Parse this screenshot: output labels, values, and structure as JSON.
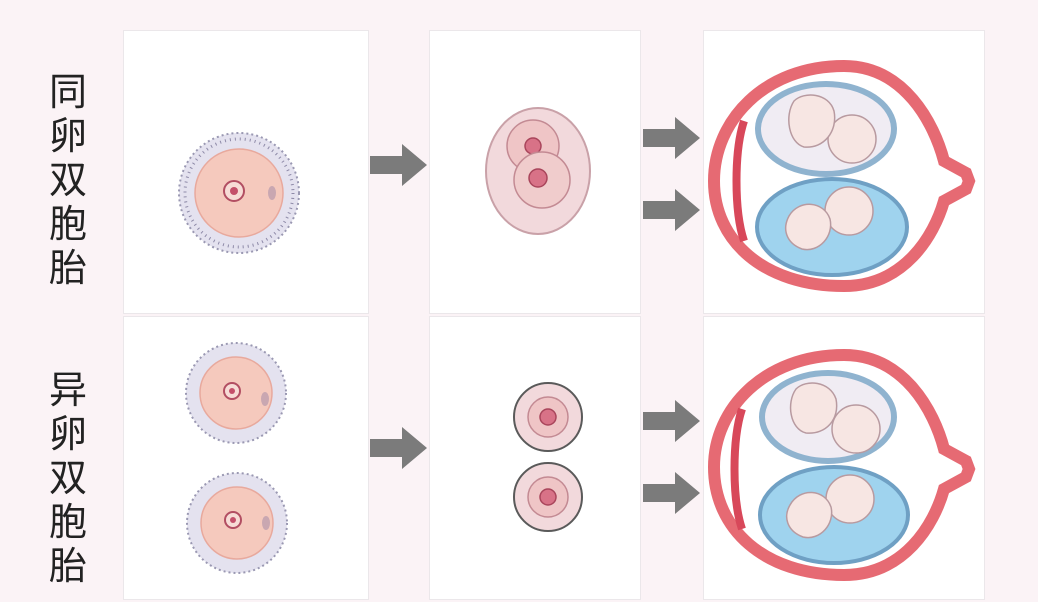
{
  "rows": [
    {
      "label": [
        "同",
        "卵",
        "双",
        "胞",
        "胎"
      ]
    },
    {
      "label": [
        "异",
        "卵",
        "双",
        "胞",
        "胎"
      ]
    }
  ],
  "colors": {
    "background": "#fbf3f6",
    "panel": "#ffffff",
    "arrow": "#7b7b7b",
    "cell": "#f5c9bd",
    "nucleus": "#c4506a",
    "uterus": "#e66a73",
    "amniotic": "#9fd3ee",
    "fetus": "#f7e6e3"
  }
}
